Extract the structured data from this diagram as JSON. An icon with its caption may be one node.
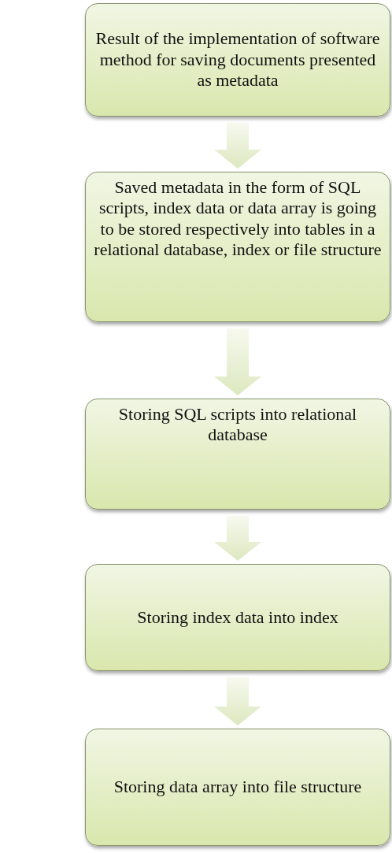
{
  "diagram": {
    "nodes": [
      {
        "text": [
          "Result of the implementation of software method for saving documents presented as metadata"
        ]
      },
      {
        "text": [
          "Saved metadata in the form of SQL scripts, index data or data array is going to be stored respectively into tables in a relational database, index or file structure"
        ]
      },
      {
        "text": [
          "Storing SQL scripts into relational database"
        ]
      },
      {
        "text": [
          "Storing index data into index"
        ]
      },
      {
        "text": [
          "Storing data array into file structure"
        ]
      }
    ],
    "edges": [
      {
        "from": 0,
        "to": 1,
        "arrow": "to"
      },
      {
        "from": 1,
        "to": 2,
        "arrow": "to"
      },
      {
        "from": 2,
        "to": 3,
        "arrow": "to"
      },
      {
        "from": 3,
        "to": 4,
        "arrow": "to"
      }
    ]
  }
}
